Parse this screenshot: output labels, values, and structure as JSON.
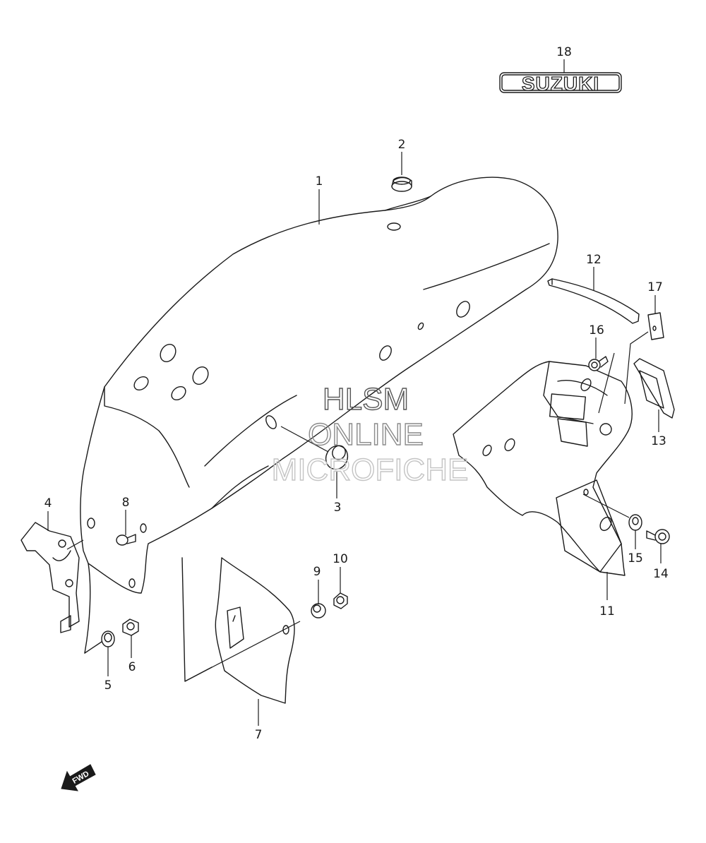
{
  "diagram": {
    "callouts": [
      {
        "id": "1",
        "label": "1"
      },
      {
        "id": "2",
        "label": "2"
      },
      {
        "id": "3",
        "label": "3"
      },
      {
        "id": "4",
        "label": "4"
      },
      {
        "id": "5",
        "label": "5"
      },
      {
        "id": "6",
        "label": "6"
      },
      {
        "id": "7",
        "label": "7"
      },
      {
        "id": "8",
        "label": "8"
      },
      {
        "id": "9",
        "label": "9"
      },
      {
        "id": "10",
        "label": "10"
      },
      {
        "id": "11",
        "label": "11"
      },
      {
        "id": "12",
        "label": "12"
      },
      {
        "id": "13",
        "label": "13"
      },
      {
        "id": "14",
        "label": "14"
      },
      {
        "id": "15",
        "label": "15"
      },
      {
        "id": "16",
        "label": "16"
      },
      {
        "id": "17",
        "label": "17"
      },
      {
        "id": "18",
        "label": "18"
      }
    ],
    "emblem_text": "SUZUKI",
    "fwd_label": "FWD",
    "watermark": {
      "line1": "HLSM",
      "line2": "ONLINE",
      "line3": "MICROFICHE"
    }
  }
}
